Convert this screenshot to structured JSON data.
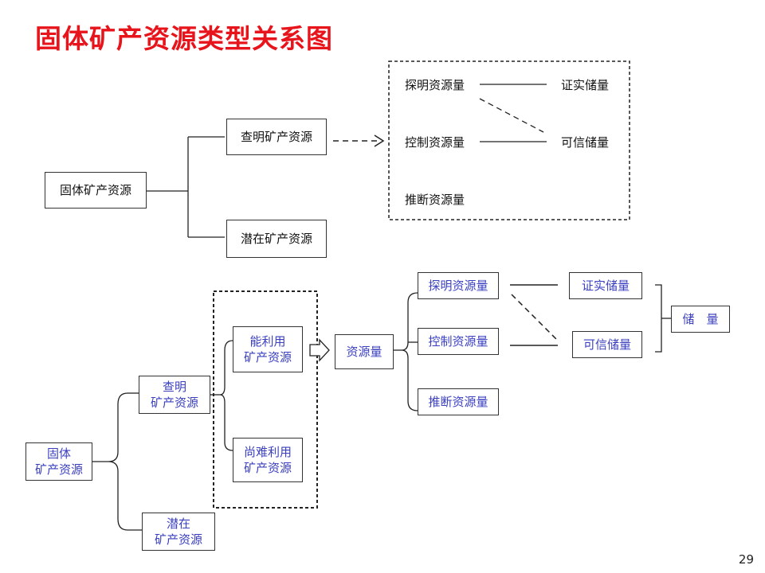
{
  "title": "固体矿产资源类型关系图",
  "page_number": "29",
  "top": {
    "root": "固体矿产资源",
    "explored": "查明矿产资源",
    "potential": "潜在矿产资源",
    "categories": {
      "measured": "探明资源量",
      "indicated": "控制资源量",
      "inferred": "推断资源量",
      "proved_reserve": "证实储量",
      "probable_reserve": "可信储量"
    }
  },
  "bottom": {
    "root": [
      "固体",
      "矿产资源"
    ],
    "explored": [
      "查明",
      "矿产资源"
    ],
    "potential": [
      "潜在",
      "矿产资源"
    ],
    "usable": [
      "能利用",
      "矿产资源"
    ],
    "hard_to_use": [
      "尚难利用",
      "矿产资源"
    ],
    "resources": "资源量",
    "measured": "探明资源量",
    "indicated": "控制资源量",
    "inferred": "推断资源量",
    "proved_reserve": "证实储量",
    "probable_reserve": "可信储量",
    "reserve": "储　量"
  },
  "colors": {
    "title": "#e8141b",
    "bottom_text": "#3a3fbf"
  }
}
